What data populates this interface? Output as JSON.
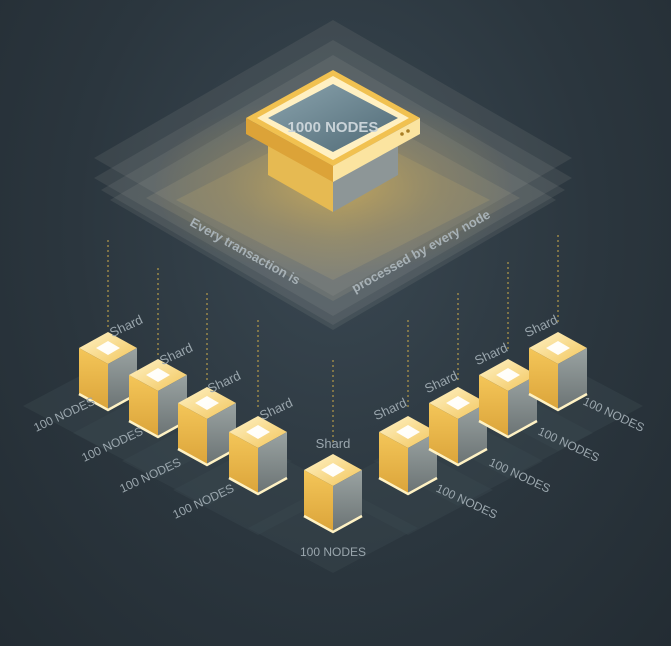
{
  "top_node": {
    "label": "1000 NODES",
    "caption_part1": "Every transaction is",
    "caption_part2": "processed by every node"
  },
  "shards": [
    {
      "shard_label": "Shard",
      "nodes_label": "100 NODES"
    },
    {
      "shard_label": "Shard",
      "nodes_label": "100 NODES"
    },
    {
      "shard_label": "Shard",
      "nodes_label": "100 NODES"
    },
    {
      "shard_label": "Shard",
      "nodes_label": "100 NODES"
    },
    {
      "shard_label": "Shard",
      "nodes_label": "100 NODES"
    },
    {
      "shard_label": "Shard",
      "nodes_label": "100 NODES"
    },
    {
      "shard_label": "Shard",
      "nodes_label": "100 NODES"
    },
    {
      "shard_label": "Shard",
      "nodes_label": "100 NODES"
    },
    {
      "shard_label": "Shard",
      "nodes_label": "100 NODES"
    }
  ],
  "colors": {
    "gold": "#f3c24a",
    "gold_dark": "#c9952a",
    "gold_light": "#ffe9a8",
    "screen": "#6f8893",
    "background": "#2b363e"
  }
}
